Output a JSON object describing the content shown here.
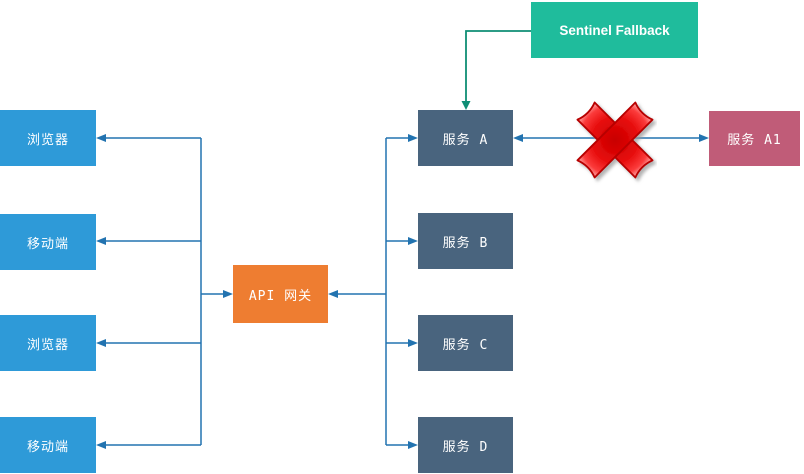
{
  "nodes": {
    "client_browser_1": {
      "label": "浏览器"
    },
    "client_mobile_1": {
      "label": "移动端"
    },
    "client_browser_2": {
      "label": "浏览器"
    },
    "client_mobile_2": {
      "label": "移动端"
    },
    "api_gateway": {
      "label": "API 网关"
    },
    "service_a": {
      "label": "服务 A"
    },
    "service_b": {
      "label": "服务 B"
    },
    "service_c": {
      "label": "服务 C"
    },
    "service_d": {
      "label": "服务 D"
    },
    "sentinel_fallback": {
      "label": "Sentinel Fallback"
    },
    "service_a1": {
      "label": "服务 A1"
    }
  },
  "icons": {
    "failure": "red-x-failure-icon"
  },
  "colors": {
    "client_box": "#2e9ad8",
    "gateway_box": "#ee7d31",
    "service_box": "#49647e",
    "fallback_box": "#1fbc9c",
    "remote_service_box": "#c05c78",
    "connector": "#2273b0",
    "fallback_connector": "#0f8e75",
    "failure_icon": "#e80b0b"
  }
}
